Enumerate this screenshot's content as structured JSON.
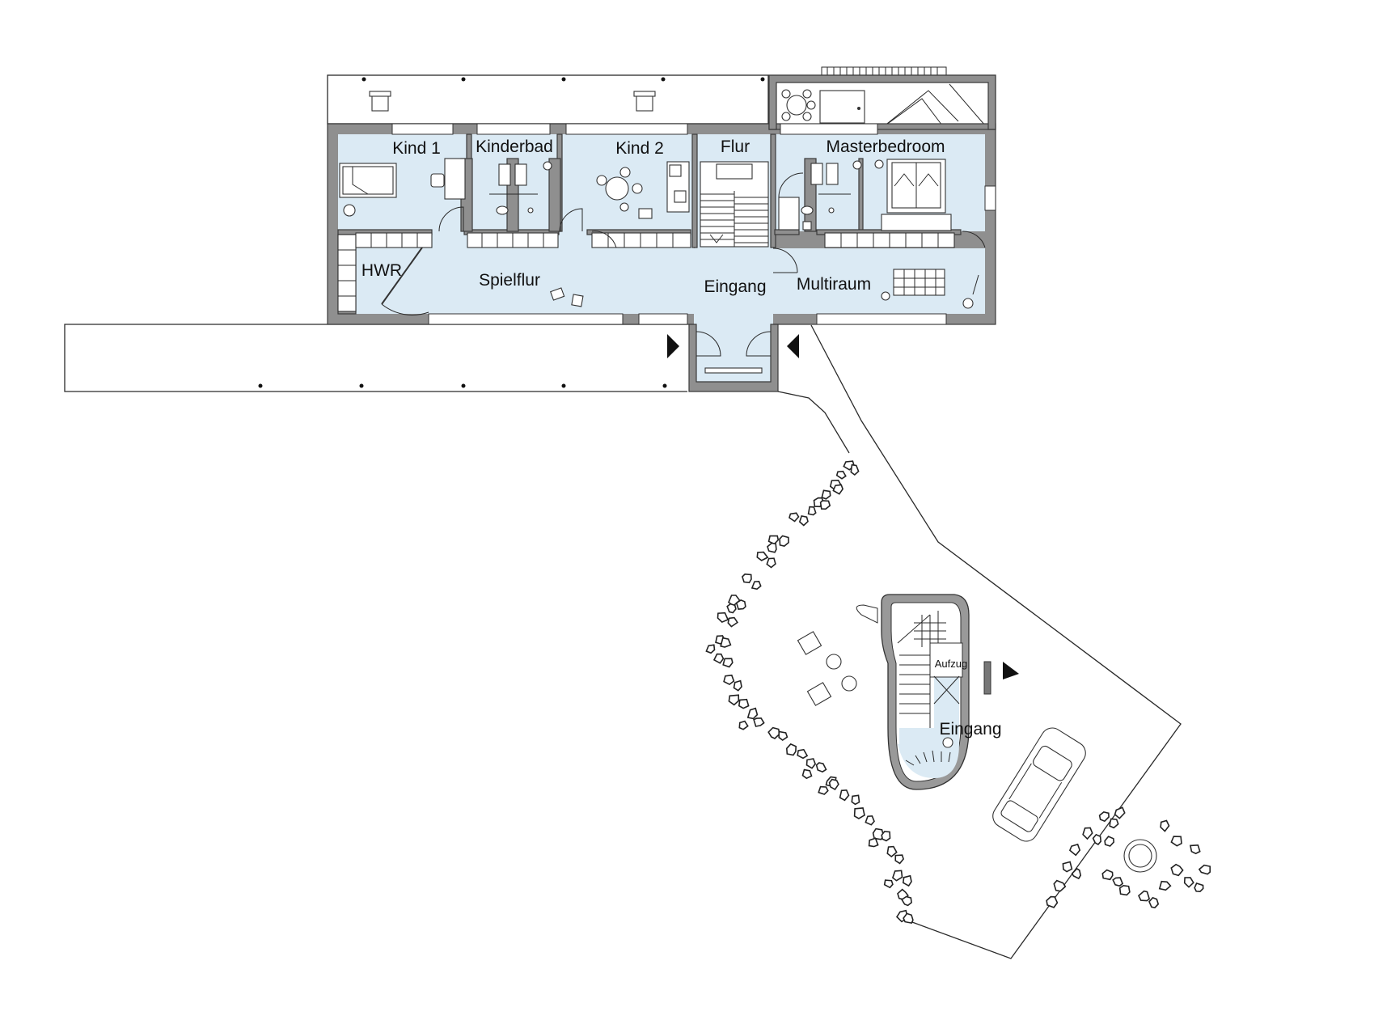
{
  "rooms": {
    "kind1": "Kind 1",
    "kinderbad": "Kinderbad",
    "kind2": "Kind 2",
    "flur": "Flur",
    "masterbedroom": "Masterbedroom",
    "hwr": "HWR",
    "spielflur": "Spielflur",
    "eingang_main": "Eingang",
    "multiraum": "Multiraum",
    "aufzug": "Aufzug",
    "eingang_tower": "Eingang"
  },
  "colors": {
    "room_fill": "#dbeaf4",
    "wall_fill": "#8f8f8f",
    "line": "#2a2a2a"
  },
  "icons": {
    "entry_arrow": "triangle-arrow-icon",
    "car": "car-icon",
    "stone": "stone-icon"
  }
}
